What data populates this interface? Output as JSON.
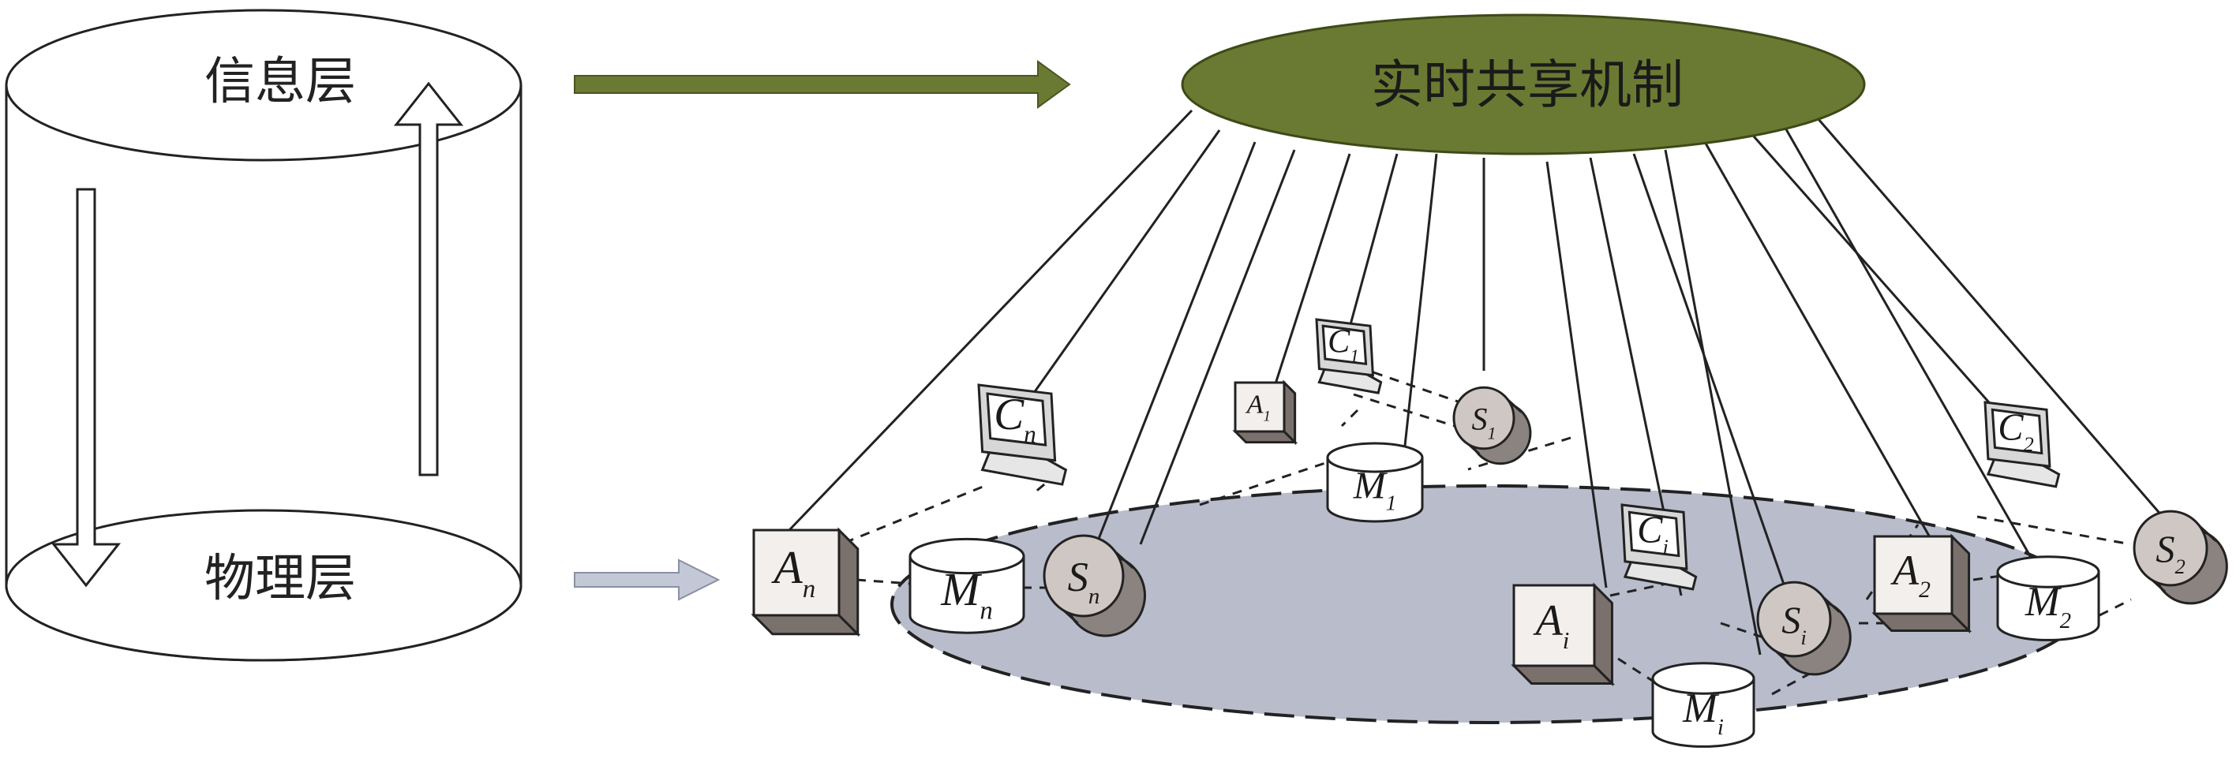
{
  "cylinder": {
    "top_label": "信息层",
    "bottom_label": "物理层"
  },
  "mechanism": {
    "label": "实时共享机制",
    "fill": "#6b7a32",
    "stroke": "#3d4a18"
  },
  "platform": {
    "fill": "#b8bccb"
  },
  "colors": {
    "green_arrow": "#6b7a32",
    "blue_arrow": "#c3c8d6",
    "cube_face": "#f2efec",
    "cube_side": "#7a706c",
    "sensor_face": "#cfc7c3",
    "sensor_side": "#8a8380"
  },
  "devices": {
    "n": {
      "A": {
        "main": "A",
        "sub": "n"
      },
      "C": {
        "main": "C",
        "sub": "n"
      },
      "M": {
        "main": "M",
        "sub": "n"
      },
      "S": {
        "main": "S",
        "sub": "n"
      }
    },
    "one": {
      "A": {
        "main": "A",
        "sub": "1"
      },
      "C": {
        "main": "C",
        "sub": "1"
      },
      "M": {
        "main": "M",
        "sub": "1"
      },
      "S": {
        "main": "S",
        "sub": "1"
      }
    },
    "i": {
      "A": {
        "main": "A",
        "sub": "i"
      },
      "C": {
        "main": "C",
        "sub": "i"
      },
      "M": {
        "main": "M",
        "sub": "i"
      },
      "S": {
        "main": "S",
        "sub": "i"
      }
    },
    "two": {
      "A": {
        "main": "A",
        "sub": "2"
      },
      "C": {
        "main": "C",
        "sub": "2"
      },
      "M": {
        "main": "M",
        "sub": "2"
      },
      "S": {
        "main": "S",
        "sub": "2"
      }
    }
  }
}
